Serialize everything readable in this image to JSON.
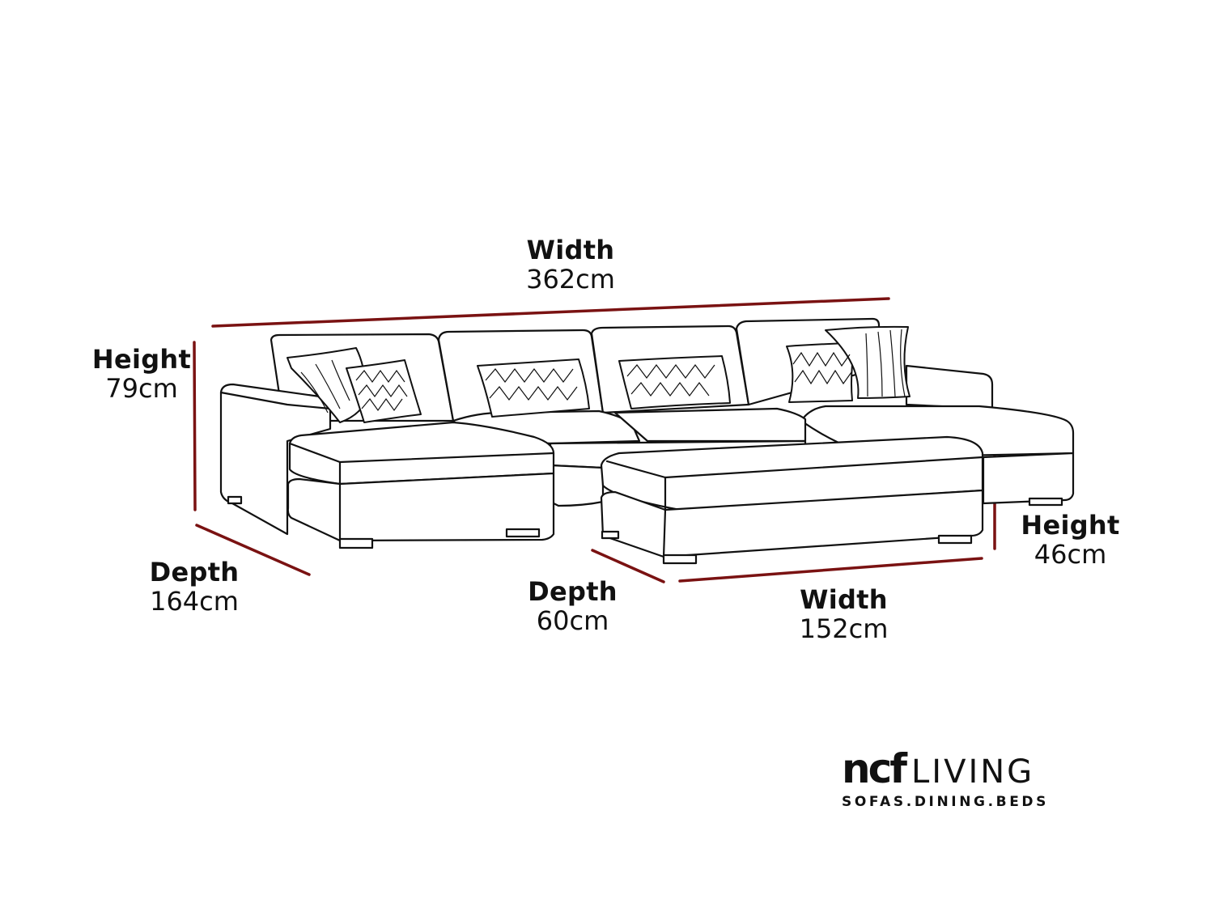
{
  "diagram": {
    "subject": "U-shaped corner sofa with double chaise and footstool",
    "colors": {
      "dimension_line": "#7a1212",
      "outline": "#111111",
      "background": "#ffffff",
      "text": "#111111"
    }
  },
  "dimensions": {
    "sofa_width": {
      "title": "Width",
      "value": "362cm"
    },
    "sofa_height": {
      "title": "Height",
      "value": "79cm"
    },
    "sofa_depth": {
      "title": "Depth",
      "value": "164cm"
    },
    "stool_depth": {
      "title": "Depth",
      "value": "60cm"
    },
    "stool_width": {
      "title": "Width",
      "value": "152cm"
    },
    "stool_height": {
      "title": "Height",
      "value": "46cm"
    }
  },
  "logo": {
    "mark": "ncf",
    "word": "LIVING",
    "tagline": "SOFAS.DINING.BEDS"
  }
}
